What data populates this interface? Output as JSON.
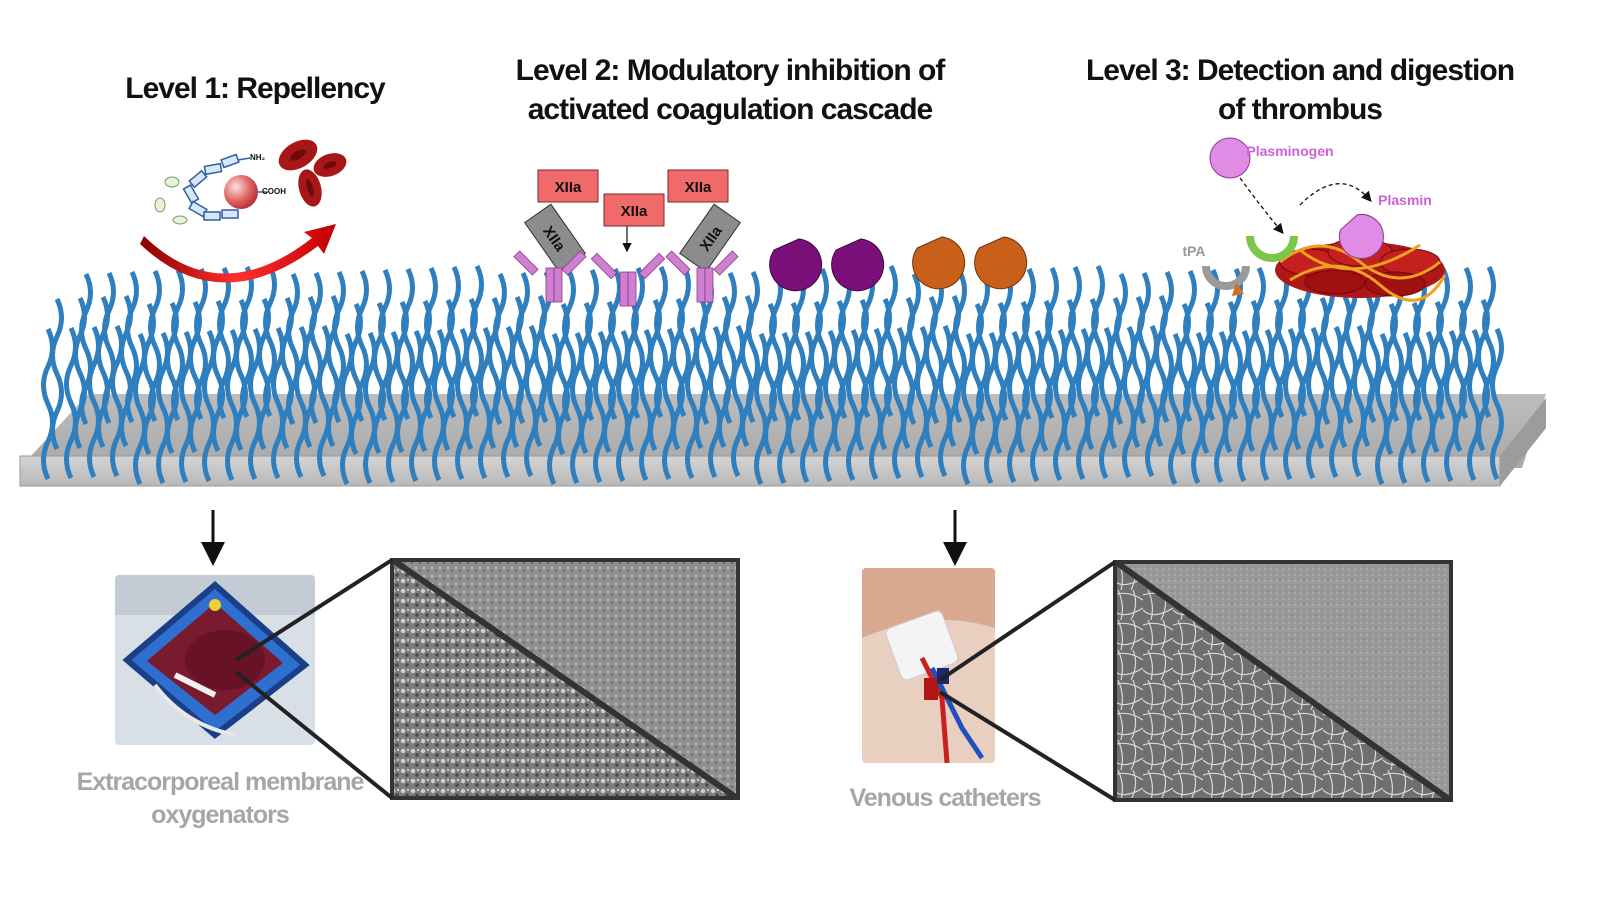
{
  "levels": {
    "level1": {
      "title": "Level 1: Repellency"
    },
    "level2": {
      "title_line1": "Level 2: Modulatory inhibition of",
      "title_line2": "activated coagulation cascade"
    },
    "level3": {
      "title_line1": "Level 3: Detection and digestion",
      "title_line2": "of thrombus"
    }
  },
  "labels": {
    "nh2": "NH₂",
    "cooh": "COOH",
    "xiia": "XIIa",
    "plasminogen": "Plasminogen",
    "plasmin": "Plasmin",
    "tpa": "tPA"
  },
  "devices": {
    "ecmo_line1": "Extracorporeal membrane",
    "ecmo_line2": "oxygenators",
    "catheter": "Venous catheters"
  },
  "colors": {
    "polymer": "#2f7fbf",
    "surface": "#c8c8c8",
    "xiia_box": "#f06a6a",
    "antibody": "#cf7fd0",
    "purple_inhibitor": "#7a0f7a",
    "orange_inhibitor": "#c8601a",
    "plasminogen": "#e08be6",
    "tpa": "#9a9a9a",
    "red_cell": "#a81717",
    "caption_gray": "#a6a6a6"
  }
}
